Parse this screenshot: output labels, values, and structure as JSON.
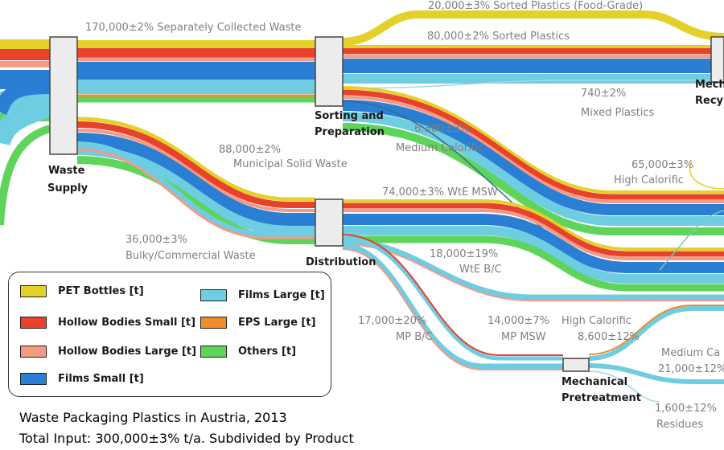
{
  "nodes": {
    "waste_supply": {
      "line1": "Waste",
      "line2": "Supply"
    },
    "sorting": {
      "line1": "Sorting and",
      "line2": "Preparation"
    },
    "distribution": {
      "line1": "Distribution"
    },
    "mechanical": {
      "line1": "Mechanical",
      "line2": "Pretreatment"
    },
    "mech_recycling": {
      "line1": "Mech",
      "line2": "Recy"
    }
  },
  "flows": {
    "separately_collected": "170,000±2%  Separately Collected Waste",
    "sorted_food": "20,000±3%  Sorted Plastics (Food-Grade)",
    "sorted_plastics": "80,000±2%  Sorted Plastics",
    "mixed_value": "740±2%",
    "mixed_label": "Mixed Plastics",
    "medium_value": "6,300±3%",
    "medium_label": "Medium Calorific",
    "msw_value": "88,000±2%",
    "msw_label": "Municipal Solid Waste",
    "high_value": "65,000±3%",
    "high_label": "High Calorific",
    "wte_msw": "74,000±3% WtE MSW",
    "bulky_value": "36,000±3%",
    "bulky_label": "Bulky/Commercial Waste",
    "wte_bc_value": "18,000±19%",
    "wte_bc_label": "WtE B/C",
    "mp_bc_value": "17,000±20%",
    "mp_bc_label": "MP B/C",
    "mp_msw_value": "14,000±7%",
    "mp_msw_label": "MP MSW",
    "high2_label": "High Calorific",
    "high2_value": "8,600±12%",
    "medium2_label": "Medium Ca",
    "medium2_value": "21,000±12%",
    "residues_value": "1,600±12%",
    "residues_label": "Residues"
  },
  "legend": [
    {
      "label": "PET Bottles [t]",
      "color": "#e3d12a"
    },
    {
      "label": "Hollow Bodies Small [t]",
      "color": "#e8412c"
    },
    {
      "label": "Hollow Bodies Large [t]",
      "color": "#f49a86"
    },
    {
      "label": "Films Small [t]",
      "color": "#2a7fd4"
    },
    {
      "label": "Films Large [t]",
      "color": "#6fcde2"
    },
    {
      "label": "EPS Large [t]",
      "color": "#f28b2c"
    },
    {
      "label": "Others [t]",
      "color": "#5fd45a"
    }
  ],
  "title": {
    "line1": "Waste Packaging Plastics in Austria, 2013",
    "line2": "Total Input: 300,000±3% t/a. Subdivided by Product"
  }
}
